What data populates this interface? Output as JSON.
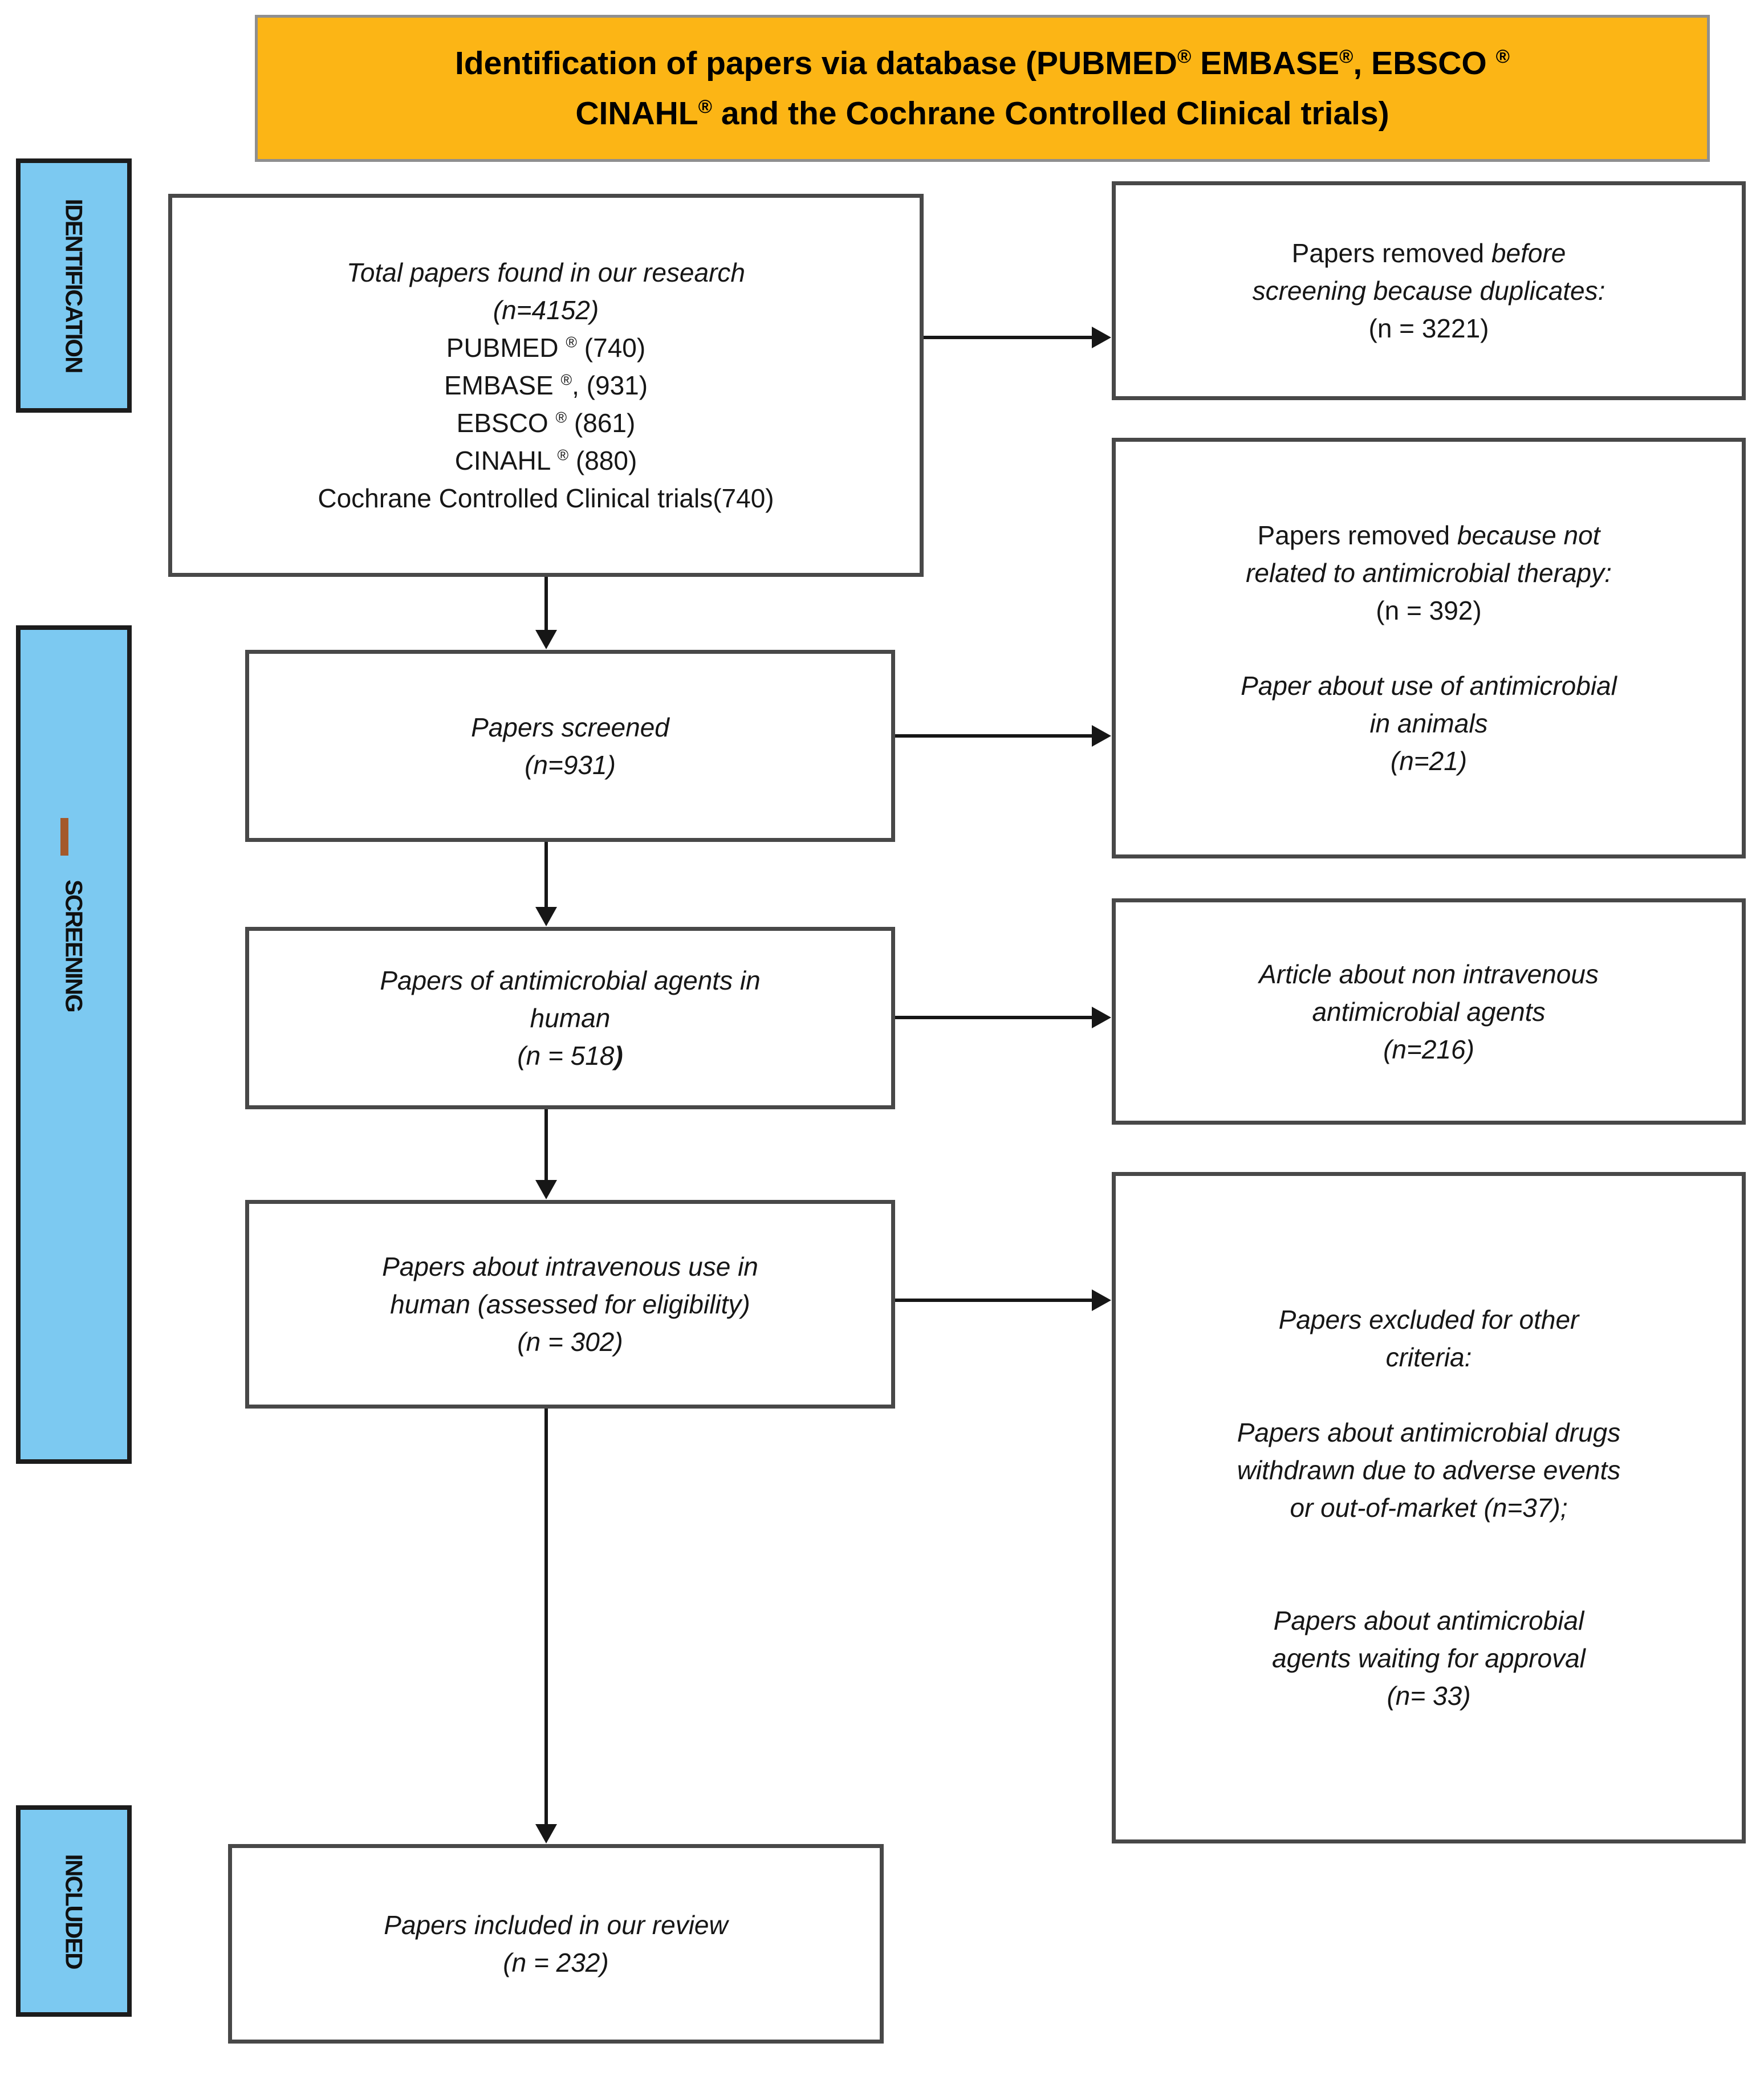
{
  "banner": {
    "line1": [
      "Identification of papers via database (PUBMED",
      "®",
      " EMBASE",
      "®",
      ", EBSCO ",
      "®"
    ],
    "line2": [
      "CINAHL",
      "®",
      " and the Cochrane Controlled Clinical trials)"
    ]
  },
  "sidebar": {
    "identification": "IDENTIFICATION",
    "screening": "SCREENING",
    "included": "INCLUDED"
  },
  "flow": {
    "identified": {
      "title": "Total papers found in our research",
      "n": "(n=4152)",
      "db1": [
        "PUBMED ",
        "®",
        " (740)"
      ],
      "db2": [
        "EMBASE ",
        "®",
        ", (931)"
      ],
      "db3": [
        "EBSCO ",
        "®",
        " (861)"
      ],
      "db4": [
        "CINAHL ",
        "®",
        " (880)"
      ],
      "db5": "Cochrane Controlled Clinical trials(740)"
    },
    "screened": {
      "l1": "Papers screened",
      "l2": "(n=931)"
    },
    "human": {
      "l1": "Papers of antimicrobial agents in",
      "l2": "human",
      "l3a": "(n = 518",
      "l3b": ")"
    },
    "intravenous": {
      "l1": "Papers about intravenous use in",
      "l2": "human (assessed for eligibility)",
      "l3": "(n = 302)"
    },
    "included": {
      "l1": "Papers included in our review",
      "l2": "(n = 232)"
    }
  },
  "exclusions": {
    "duplicates": {
      "l1a": "Papers removed ",
      "l1b": "before",
      "l2": "screening because duplicates:",
      "l3": "(n = 3221)"
    },
    "not_related": {
      "l1a": "Papers removed ",
      "l1b": "because not",
      "l2": "related to antimicrobial therapy:",
      "l3": "(n = 392)",
      "l4": "Paper about use of antimicrobial",
      "l5": "in animals",
      "l6": "(n=21)"
    },
    "non_intravenous": {
      "l1": "Article about non intravenous",
      "l2": "antimicrobial agents",
      "l3": "(n=216)"
    },
    "other_criteria": {
      "l1": "Papers excluded for other",
      "l2": "criteria:",
      "l3": "Papers about antimicrobial drugs",
      "l4": "withdrawn due to adverse events",
      "l5": "or out-of-market (n=37);",
      "l6": "Papers about antimicrobial",
      "l7": "agents waiting for approval",
      "l8": "(n= 33)"
    }
  },
  "colors": {
    "banner_fill": "#FCB515",
    "sidebar_fill": "#7CC9F1",
    "sidebar_border": "#1c1c1c",
    "box_border": "#484848",
    "arrow": "#161616",
    "screening_dash": "#A4592B"
  }
}
